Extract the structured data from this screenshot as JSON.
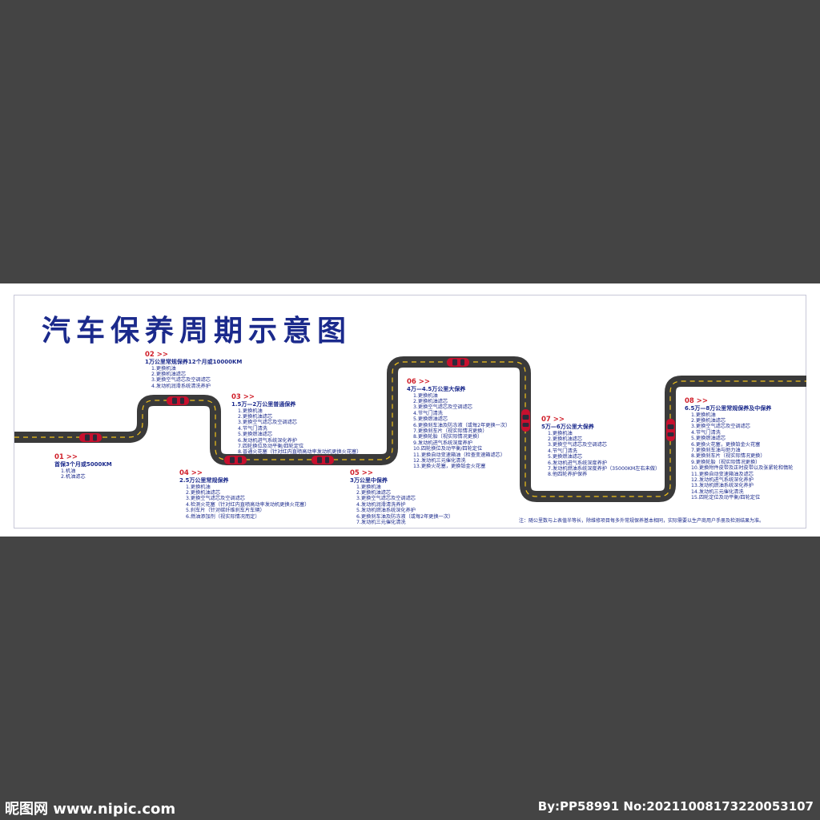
{
  "title": "汽车保养周期示意图",
  "stages": [
    {
      "num": "01 >>",
      "head": "首保3个月或5000KM",
      "items": [
        "1.机油",
        "2.机油滤芯"
      ]
    },
    {
      "num": "02 >>",
      "head": "1万公里常规保养12个月或10000KM",
      "items": [
        "1.更换机油",
        "2.更换机油滤芯",
        "3.更换空气滤芯及空调滤芯",
        "4.发动机润滑系统清洗养护"
      ]
    },
    {
      "num": "03 >>",
      "head": "1.5万—2万公里普通保养",
      "items": [
        "1.更换机油",
        "2.更换机油滤芯",
        "3.更换空气滤芯及空调滤芯",
        "4.节气门清洗",
        "5.更换燃油滤芯",
        "6.发动机进气系统深化养护",
        "7.四轮换位及动平衡/四轮定位",
        "8.普通火花塞（针对红内直喷高动率发动机更换火花塞）"
      ]
    },
    {
      "num": "04 >>",
      "head": "2.5万公里常规保养",
      "items": [
        "1.更换机油",
        "2.更换机油滤芯",
        "3.更换空气滤芯及空调滤芯",
        "4.检测火花塞（针对红内直喷高动率发动机更换火花塞）",
        "5.刹车片（针对碳纤维刹车片车辆）",
        "6.燃油添加剂（视实际情况而定）"
      ]
    },
    {
      "num": "05 >>",
      "head": "3万公里中保养",
      "items": [
        "1.更换机油",
        "2.更换机油滤芯",
        "3.更换空气滤芯及空调滤芯",
        "4.发动机润滑清洗养护",
        "5.发动机燃油系统深化养护",
        "6.更换刹车油及防冻液（或每2年更换一次）",
        "7.发动机三元催化清洗"
      ]
    },
    {
      "num": "06 >>",
      "head": "4万—4.5万公里大保养",
      "items": [
        "1.更换机油",
        "2.更换机油滤芯",
        "3.更换空气滤芯及空调滤芯",
        "4.节气门清洗",
        "5.更换燃油滤芯",
        "6.更换刹车油及防冻液（或每2年更换一次）",
        "7.更换刹车片（视实际情况更换）",
        "8.更换轮胎（视实际情况更换）",
        "9.发动机进气系统深度养护",
        "10.四轮换位及动平衡/四轮定位",
        "11.更换自动变速箱油（检查变速箱滤芯）",
        "12.发动机三元催化清洗",
        "13.更换火花塞，更换铂金火花塞"
      ]
    },
    {
      "num": "07 >>",
      "head": "5万—6万公里大保养",
      "items": [
        "1.更换机油",
        "2.更换机油滤芯",
        "3.更换空气滤芯及空调滤芯",
        "4.节气门清洗",
        "5.更换燃油滤芯",
        "6.发动机进气系统深度养护",
        "7.发动机燃油系统深度养护（35000KM左右未做）",
        "8.他四轮养护保养"
      ]
    },
    {
      "num": "08 >>",
      "head": "6.5万—8万公里常规保养及中保养",
      "items": [
        "1.更换机油",
        "2.更换机油滤芯",
        "3.更换空气滤芯及空调滤芯",
        "4.节气门清洗",
        "5.更换燃油滤芯",
        "6.更换火花塞，更换铂金火花塞",
        "7.更换刹车油与助力油",
        "8.更换刹车片（视实际情况更换）",
        "9.更换轮胎（视实际情况更换）",
        "10.更换附件皮带及正时皮带以及张紧轮和惰轮",
        "11.更换自动变速箱油及滤芯",
        "12.发动机进气系统深化养护",
        "13.发动机燃油系统深化养护",
        "14.发动机三元催化清洗",
        "15.四轮定位及动平衡/四轮定位"
      ]
    }
  ],
  "note": "注：随公里数与上表值半等长，除维修项目每多外常规保养基本相同，实际需要以生产商用户手册及检测结果为准。",
  "watermark_left": "昵图网 www.nipic.com",
  "watermark_right": "By:PP58991 No:20211008173220053107",
  "colors": {
    "title": "#1b2a8c",
    "number": "#d01f2a",
    "road": "#3a3a3a",
    "lane": "#f2c21a",
    "car": "#c8102e"
  },
  "road_icon": "car-icon"
}
